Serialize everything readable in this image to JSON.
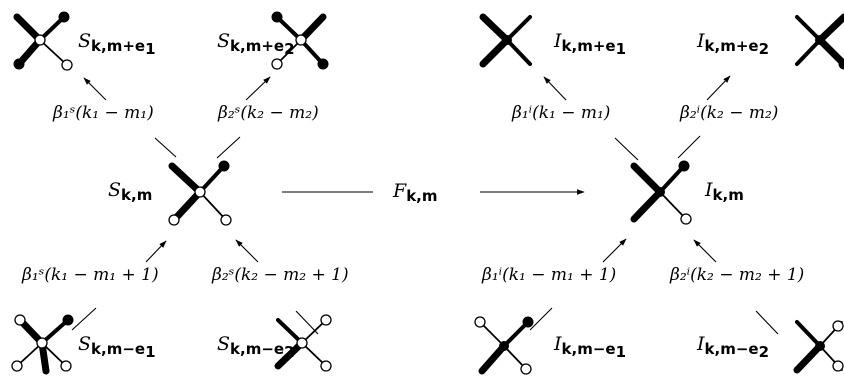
{
  "diagram": {
    "left": {
      "center": {
        "sym": "S",
        "sub": "k,m"
      },
      "top_left": {
        "sym": "S",
        "sub": "k,m+e",
        "subsub": "1"
      },
      "top_right": {
        "sym": "S",
        "sub": "k,m+e",
        "subsub": "2"
      },
      "bottom_left": {
        "sym": "S",
        "sub": "k,m−e",
        "subsub": "1"
      },
      "bottom_right": {
        "sym": "S",
        "sub": "k,m−e",
        "subsub": "2"
      },
      "coef_top_left": "β₁ˢ(k₁ − m₁)",
      "coef_top_right": "β₂ˢ(k₂ − m₂)",
      "coef_bottom_left": "β₁ˢ(k₁ − m₁ + 1)",
      "coef_bottom_right": "β₂ˢ(k₂ − m₂ + 1)"
    },
    "right": {
      "center": {
        "sym": "I",
        "sub": "k,m"
      },
      "top_left": {
        "sym": "I",
        "sub": "k,m+e",
        "subsub": "1"
      },
      "top_right": {
        "sym": "I",
        "sub": "k,m+e",
        "subsub": "2"
      },
      "bottom_left": {
        "sym": "I",
        "sub": "k,m−e",
        "subsub": "1"
      },
      "bottom_right": {
        "sym": "I",
        "sub": "k,m−e",
        "subsub": "2"
      },
      "coef_top_left": "β₁ⁱ(k₁ − m₁)",
      "coef_top_right": "β₂ⁱ(k₂ − m₂)",
      "coef_bottom_left": "β₁ⁱ(k₁ − m₁ + 1)",
      "coef_bottom_right": "β₂ⁱ(k₂ − m₂ + 1)"
    },
    "map": {
      "sym": "F",
      "sub": "k,m"
    }
  }
}
